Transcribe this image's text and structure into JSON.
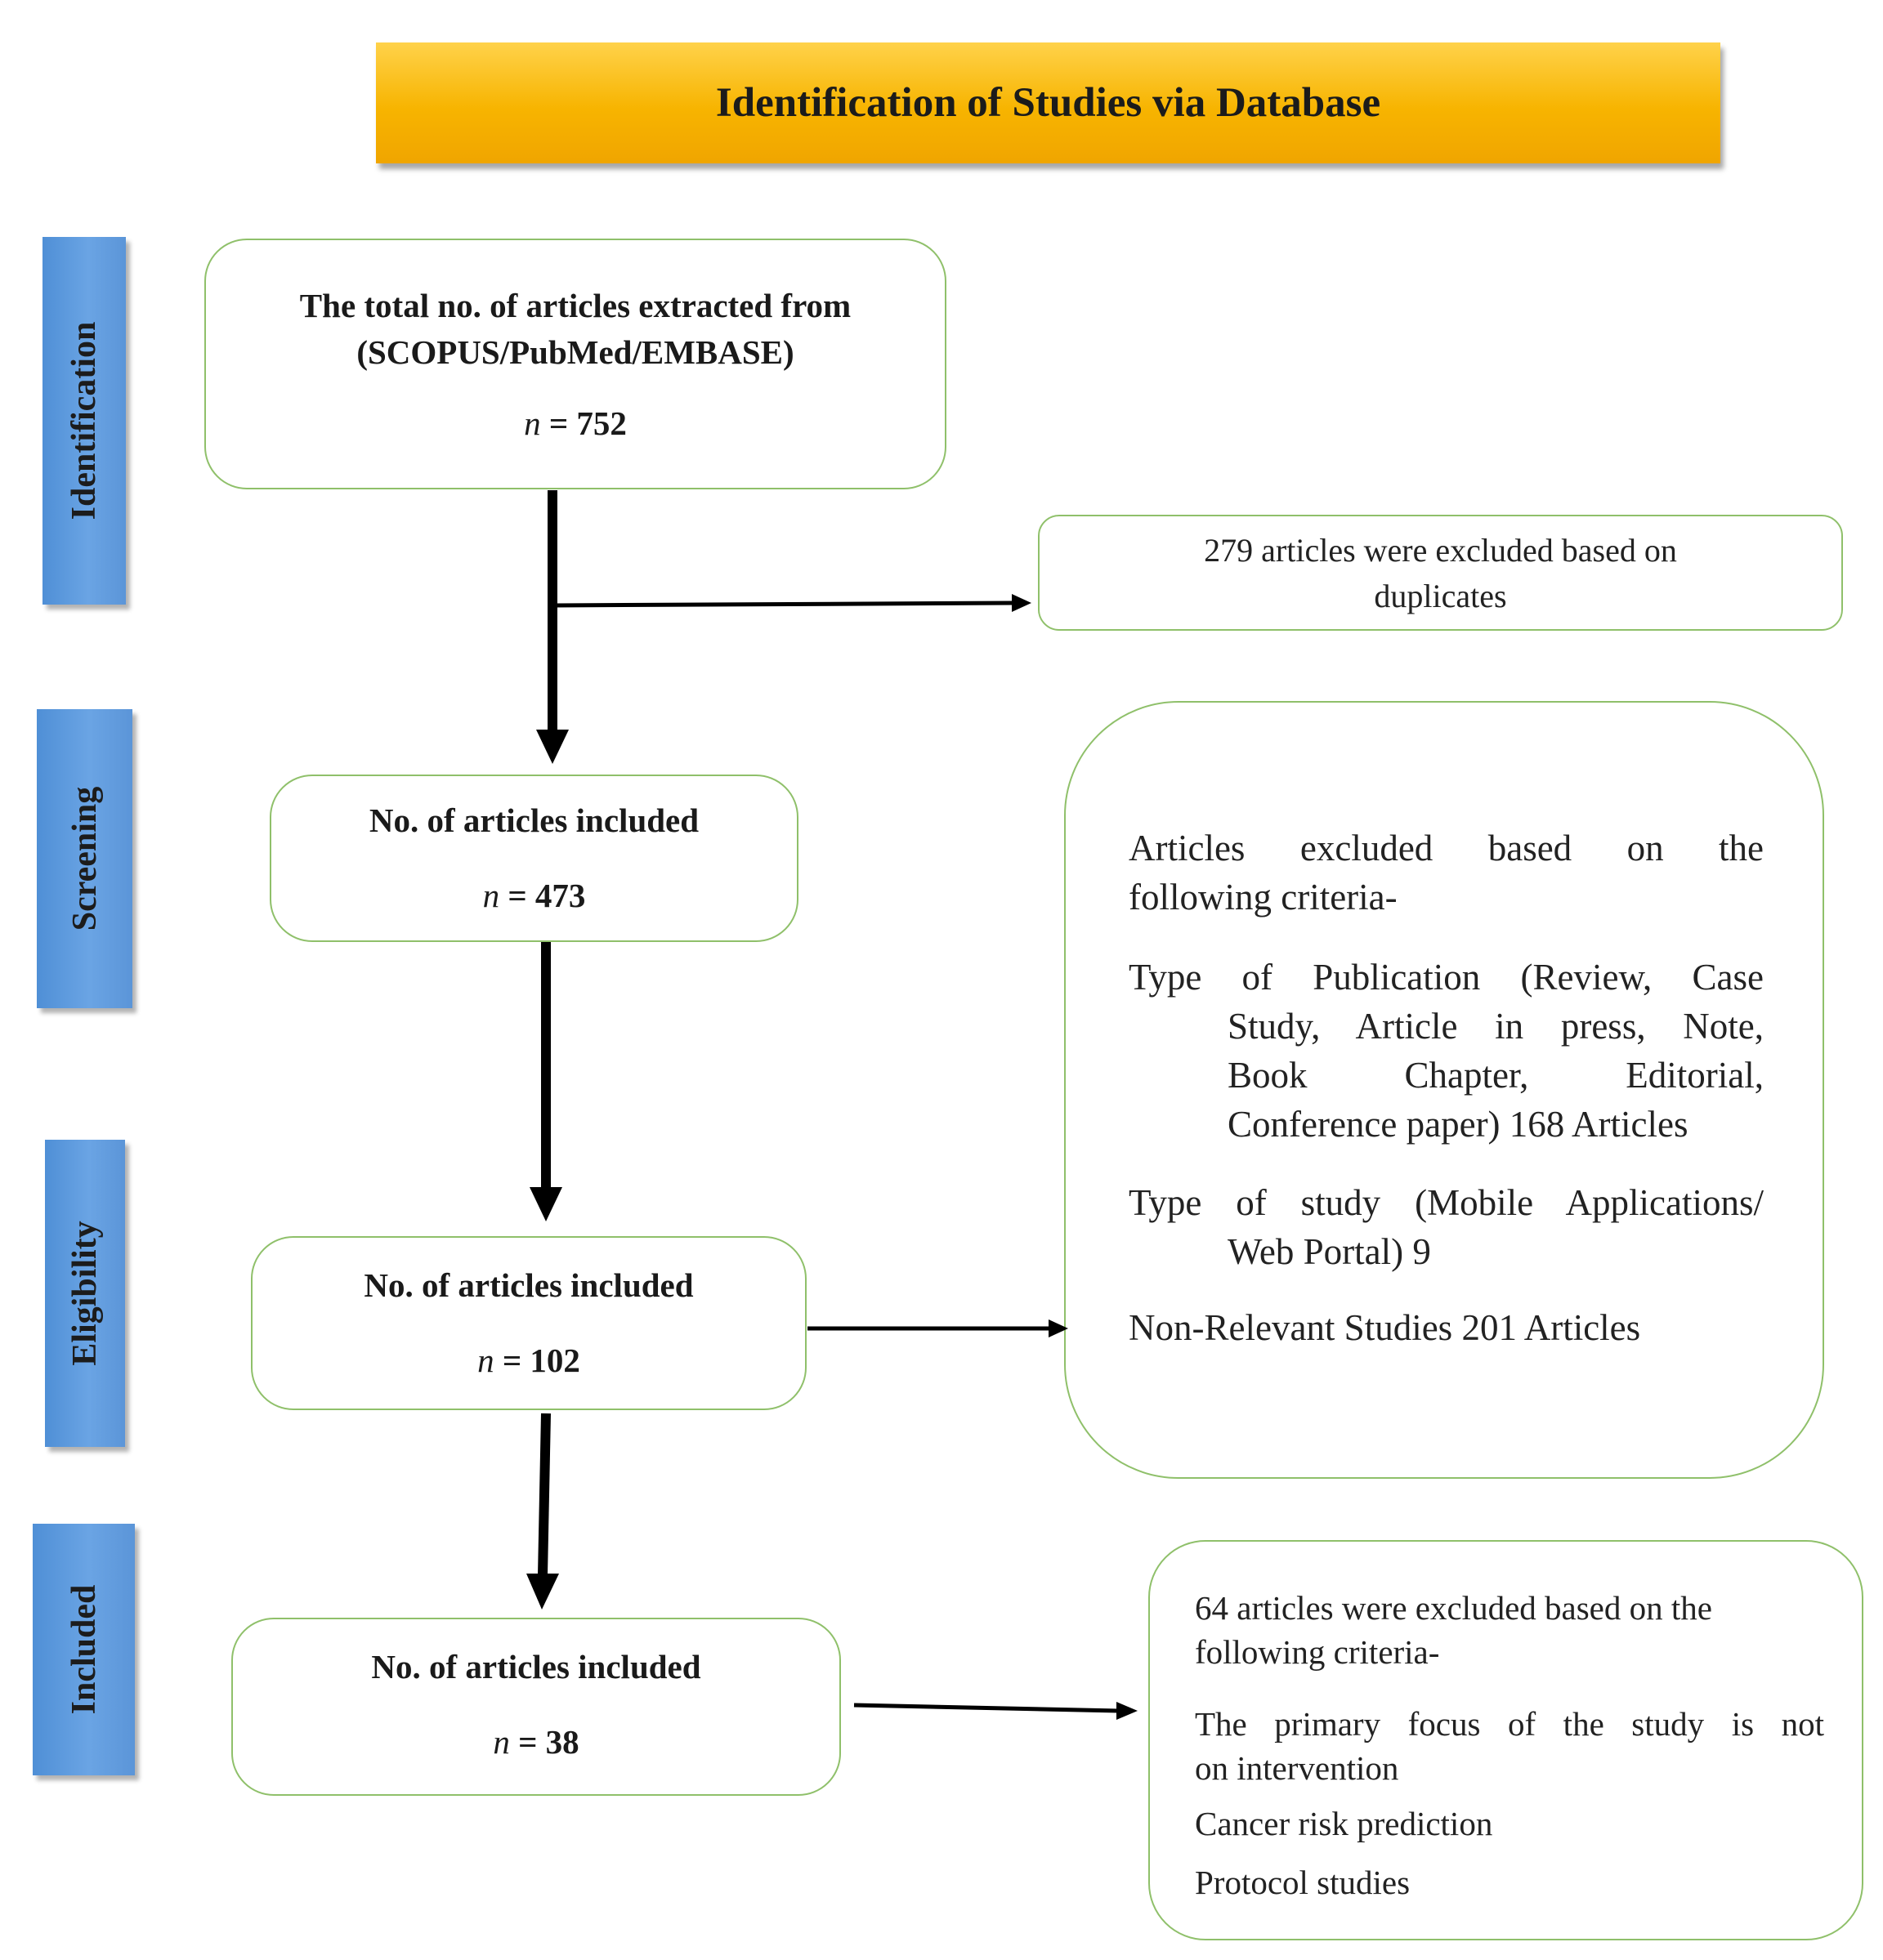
{
  "title": "Identification of Studies via Database",
  "stages": {
    "identification": "Identification",
    "screening": "Screening",
    "eligibility": "Eligibility",
    "included": "Included"
  },
  "boxes": {
    "total": {
      "heading_line1": "The total no. of articles extracted from",
      "heading_line2": "(SCOPUS/PubMed/EMBASE)",
      "n_symbol": "n",
      "n_value": "= 752"
    },
    "screened": {
      "heading": "No. of articles included",
      "n_symbol": "n",
      "n_value": "= 473"
    },
    "eligible": {
      "heading": "No. of articles included",
      "n_symbol": "n",
      "n_value": "= 102"
    },
    "included": {
      "heading": "No. of articles included",
      "n_symbol": "n",
      "n_value": "= 38"
    }
  },
  "exclusions": {
    "duplicates": {
      "line1": "279 articles were excluded based on",
      "line2": "duplicates"
    },
    "criteria": {
      "intro_line1": "Articles excluded based on the",
      "intro_line2": "following criteria-",
      "item1_line1": "Type of Publication (Review, Case",
      "item1_line2": "Study, Article in press, Note,",
      "item1_line3": "Book Chapter, Editorial,",
      "item1_line4": "Conference paper) 168 Articles",
      "item2_line1": "Type of study (Mobile Applications/",
      "item2_line2": "Web Portal) 9",
      "item3": "Non-Relevant Studies 201 Articles"
    },
    "final": {
      "intro_line1": "64 articles were excluded based on the",
      "intro_line2": "following criteria-",
      "item1_line1": "The primary focus of the study is not",
      "item1_line2": "on intervention",
      "item2": "Cancer risk prediction",
      "item3": "Protocol studies"
    }
  },
  "colors": {
    "banner": "#f7b400",
    "stage_tab": "#5b95d8",
    "box_border": "#8fc06a",
    "arrow": "#000000"
  }
}
